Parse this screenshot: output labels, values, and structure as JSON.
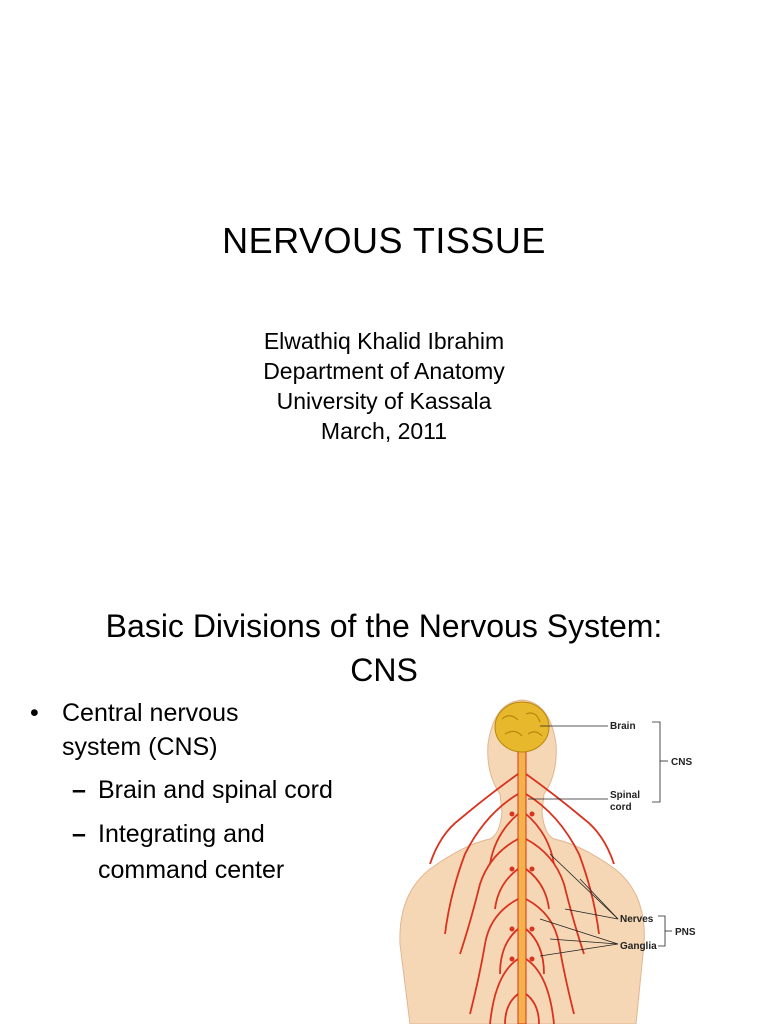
{
  "slide1": {
    "title": "NERVOUS TISSUE",
    "subtitle_lines": [
      "Elwathiq Khalid Ibrahim",
      "Department of Anatomy",
      "University of Kassala",
      "March, 2011"
    ]
  },
  "slide2": {
    "title_line1": "Basic Divisions of the Nervous System:",
    "title_line2": "CNS",
    "bullet": {
      "line1": "Central nervous",
      "line2": "system (CNS)"
    },
    "subbullets": [
      {
        "line1": "Brain and spinal cord"
      },
      {
        "line1": "Integrating and",
        "line2": "command center"
      }
    ],
    "figure_labels": {
      "brain": "Brain",
      "spinal_line1": "Spinal",
      "spinal_line2": "cord",
      "cns": "CNS",
      "nerves": "Nerves",
      "ganglia": "Ganglia",
      "pns": "PNS"
    },
    "colors": {
      "skin": "#f6d7b5",
      "nerve": "#d9331e",
      "brain": "#e8b82c"
    }
  }
}
